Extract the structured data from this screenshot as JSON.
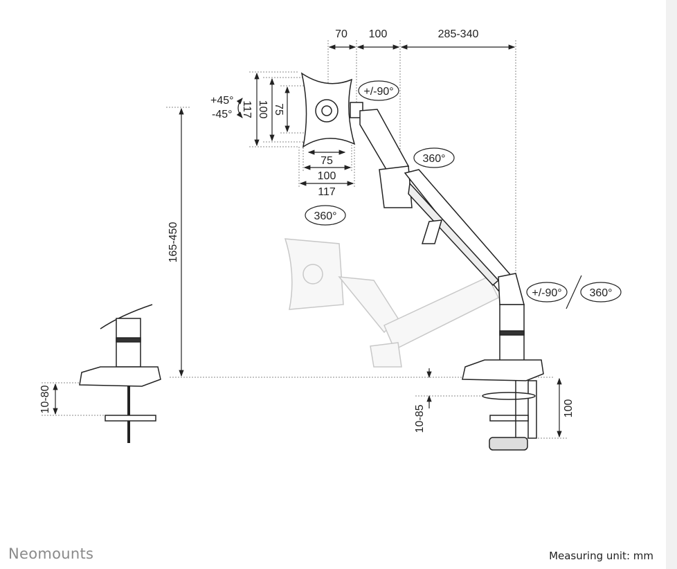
{
  "brand": "Neomounts",
  "measuring_unit": "Measuring unit: mm",
  "dimensions": {
    "top_offset": "70",
    "top_plate": "100",
    "top_reach": "285-340",
    "vesa_v_117": "117",
    "vesa_v_100": "100",
    "vesa_v_75": "75",
    "vesa_h_75": "75",
    "vesa_h_100": "100",
    "vesa_h_117": "117",
    "height_range": "165-450",
    "desk_clamp_left": "10-80",
    "desk_clamp_right": "10-85",
    "clamp_height": "100"
  },
  "rotations": {
    "tilt_up": "+45°",
    "tilt_down": "-45°",
    "rotate_head": "+/-90°",
    "swivel_head": "360°",
    "swivel_arm": "360°",
    "rotate_base": "+/-90°",
    "swivel_base": "360°"
  }
}
